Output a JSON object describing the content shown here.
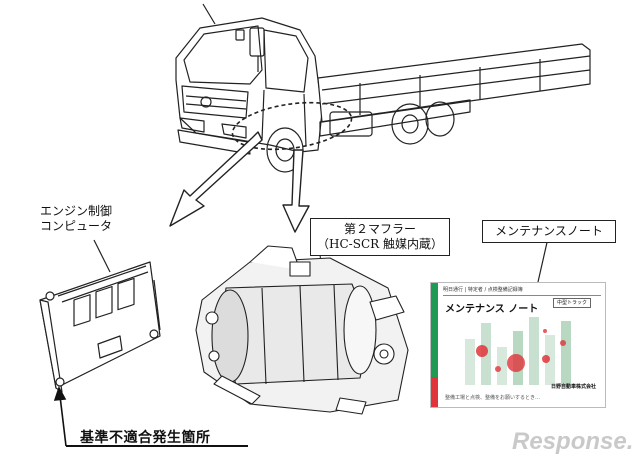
{
  "labels": {
    "ecu_line1": "エンジン制御",
    "ecu_line2": "コンピュータ",
    "muffler_line1": "第２マフラー",
    "muffler_line2": "（HC-SCR 触媒内蔵）",
    "note_title": "メンテナンスノート",
    "defect_location": "基準不適合発生箇所"
  },
  "note_card": {
    "header_small": "明日通行 | 特定者 / 点検整備記録簿",
    "title": "メンテナンス ノート",
    "badge": "中型トラック",
    "company": "日野自動車株式会社",
    "footer": "整備工場と点検、整備をお願いするとき…",
    "colors": {
      "green": "#1f9a55",
      "red": "#e0343a",
      "bars": "#b8d8c2"
    }
  },
  "watermark": {
    "text": "Response."
  }
}
